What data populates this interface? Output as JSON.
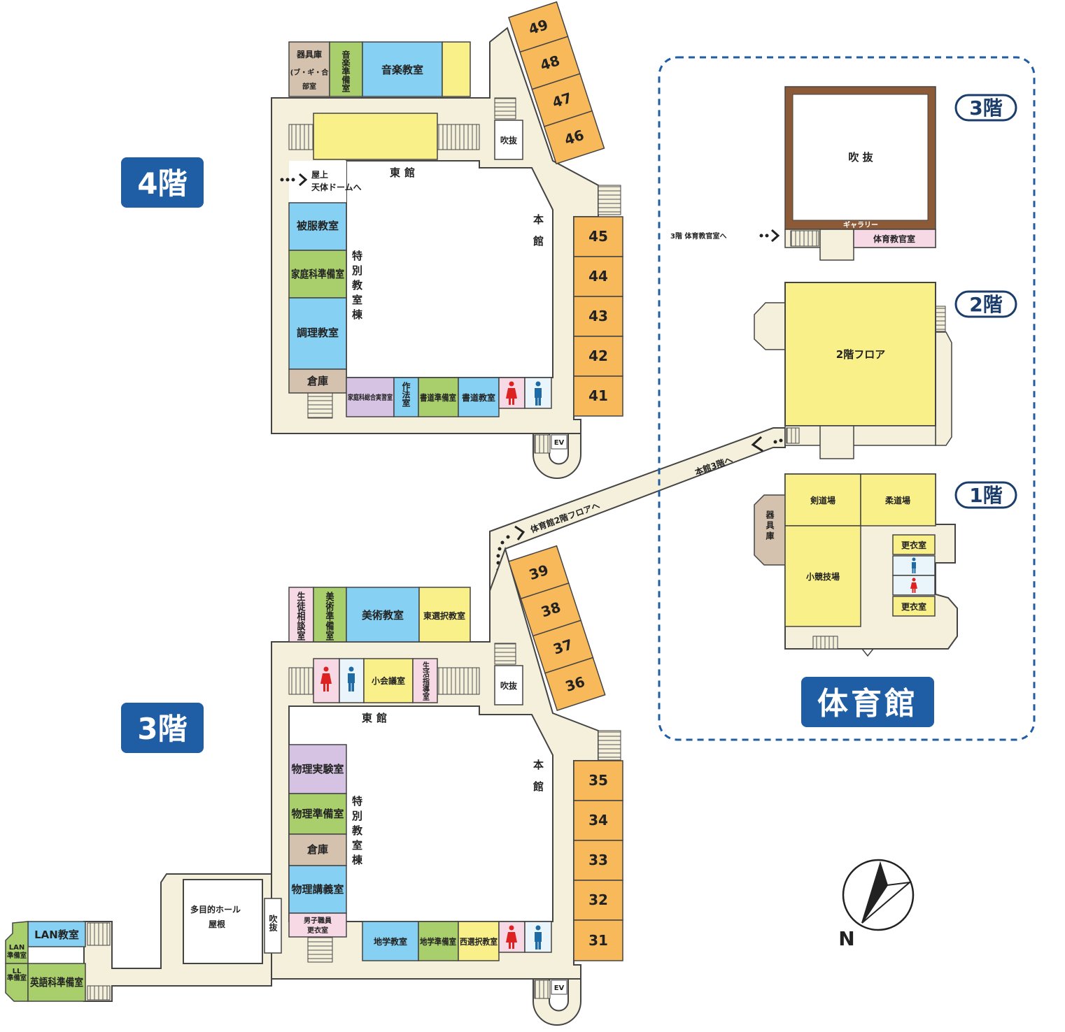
{
  "floor4": {
    "title": "4階",
    "rooms": {
      "kigu": "器具庫",
      "kigu_sub": "(ブ・ギ・合",
      "kigu_sub2": "部室",
      "ongaku_jun": "音楽準備室",
      "ongaku": "音楽教室",
      "fukuku": "被服教室",
      "katei_jun": "家庭科準備室",
      "chori": "調理教室",
      "souko": "倉庫",
      "katei_sougou": "家庭科総合実習室",
      "sahou": "作法室",
      "shodou_jun": "書道準備室",
      "shodou": "書道教室",
      "fukinuke": "吹抜"
    },
    "wing_east": "東館",
    "wing_main": "本館",
    "wing_special": "特別教室棟",
    "rooftop_l1": "屋上",
    "rooftop_l2": "天体ドームへ",
    "ev": "EV",
    "numbers_diag": [
      "49",
      "48",
      "47",
      "46"
    ],
    "numbers_col": [
      "45",
      "44",
      "43",
      "42",
      "41"
    ]
  },
  "floor3": {
    "title": "3階",
    "rooms": {
      "seito": "生徒相談室",
      "bijutsu_jun": "美術準備室",
      "bijutsu": "美術教室",
      "higashi_sentaku": "東選択教室",
      "shoukaigi": "小会議室",
      "seikatsu": "生活指導室",
      "fukinuke": "吹抜",
      "butsuri_jikken": "物理実験室",
      "butsuri_jun": "物理準備室",
      "souko": "倉庫",
      "butsuri_kougi": "物理講義室",
      "danshi_l1": "男子職員",
      "danshi_l2": "更衣室",
      "chigaku": "地学教室",
      "chigaku_jun": "地学準備室",
      "nishi_sentaku": "西選択教室",
      "tamokuteki_l1": "多目的ホール",
      "tamokuteki_l2": "屋根",
      "fukinuke2": "吹抜",
      "lan": "LAN教室",
      "lan_jun_l1": "LAN",
      "lan_jun_l2": "準備室",
      "ll_jun_l1": "LL",
      "ll_jun_l2": "準備室",
      "eigo_jun": "英語科準備室"
    },
    "wing_east": "東館",
    "wing_main": "本館",
    "wing_special": "特別教室棟",
    "ev": "EV",
    "to_gym": "体育館2階フロアへ",
    "numbers_diag": [
      "39",
      "38",
      "37",
      "36"
    ],
    "numbers_col": [
      "35",
      "34",
      "33",
      "32",
      "31"
    ]
  },
  "gym": {
    "title": "体育館",
    "f3": {
      "badge": "3階",
      "fukinuke": "吹 抜",
      "gallery": "ギャラリー",
      "office": "体育教官室",
      "arrow": "3階 体育教官室へ"
    },
    "f2": {
      "badge": "2階",
      "floor": "2階フロア",
      "arrow": "本館3階へ"
    },
    "f1": {
      "badge": "1階",
      "kendo": "剣道場",
      "judo": "柔道場",
      "shou": "小競技場",
      "kigu": "器具庫",
      "koui1": "更衣室",
      "koui2": "更衣室"
    }
  },
  "north": "N",
  "colors": {
    "corridor": "#f5f0dc",
    "classroom": "#f8b95a",
    "blue": "#86d1f3",
    "green": "#a8cf6b",
    "yellow": "#f9f08a",
    "purple": "#d6c3e3",
    "brown": "#d5c2ae",
    "pink": "#f6d9e4",
    "navy": "#1f5da5",
    "outline": "#4a4a4a"
  }
}
